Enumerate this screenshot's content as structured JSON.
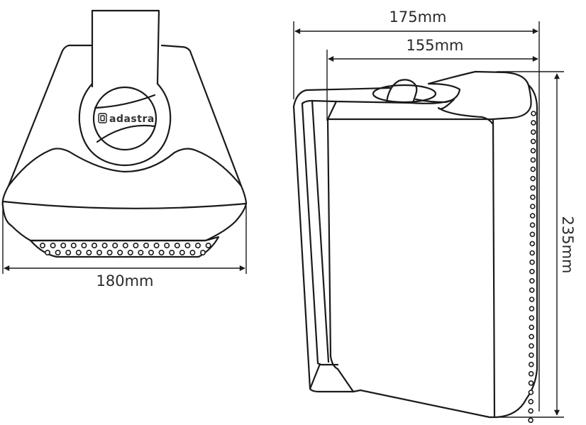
{
  "figure": {
    "subject": "wall speaker dimension drawing",
    "colors": {
      "line": "#1a1a1a",
      "text": "#2a2a2a",
      "background": "#ffffff"
    }
  },
  "front_view": {
    "brand_label": "adastra",
    "width_dimension": "180mm"
  },
  "side_view": {
    "depth_overall_dimension": "175mm",
    "depth_body_dimension": "155mm",
    "height_dimension": "235mm"
  }
}
